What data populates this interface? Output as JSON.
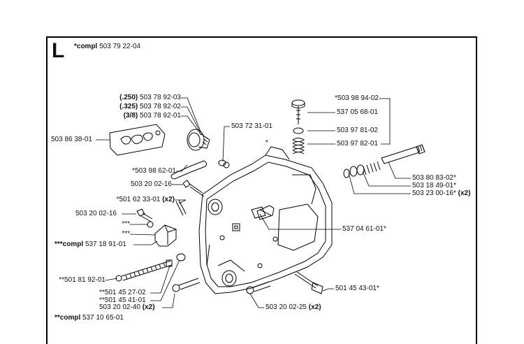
{
  "section": {
    "letter": "L",
    "title_prefix": "*compl",
    "title_number": "503 79 22-04"
  },
  "parts": [
    {
      "id": "bar-plate-250",
      "prefix": "(.250)",
      "number": "503 78 92-03"
    },
    {
      "id": "bar-plate-325",
      "prefix": "(.325)",
      "number": "503 78 92-02"
    },
    {
      "id": "bar-plate-38",
      "prefix": "(3/8)",
      "number": "503 78 92-01"
    },
    {
      "id": "bar-guide-plate",
      "prefix": "",
      "number": "503 86 38-01"
    },
    {
      "id": "sleeve",
      "prefix": "",
      "number": "503 72 31-01"
    },
    {
      "id": "pin",
      "prefix": "*",
      "number": "503 98 62-01"
    },
    {
      "id": "screw-1",
      "prefix": "",
      "number": "503 20 02-16"
    },
    {
      "id": "spring-pin",
      "prefix": "*",
      "number": "501 62 33-01",
      "qty": "(x2)"
    },
    {
      "id": "screw-2",
      "prefix": "",
      "number": "503 20 02-16"
    },
    {
      "id": "triple-star-1",
      "prefix": "***",
      "number": ""
    },
    {
      "id": "triple-star-2",
      "prefix": "***",
      "number": ""
    },
    {
      "id": "tensioner-kit",
      "prefix": "***compl",
      "number": "537 18 91-01"
    },
    {
      "id": "adjust-screw",
      "prefix": "**",
      "number": "501 81 92-01"
    },
    {
      "id": "nut-1",
      "prefix": "**",
      "number": "501 45 27-02"
    },
    {
      "id": "nut-2",
      "prefix": "**",
      "number": "501 45 41-01"
    },
    {
      "id": "screw-3",
      "prefix": "",
      "number": "503 20 02-40",
      "qty": "(x2)"
    },
    {
      "id": "tensioner-compl",
      "prefix": "**compl",
      "number": "537 10 65-01"
    },
    {
      "id": "knob",
      "prefix": "*",
      "number": "503 98 94-02"
    },
    {
      "id": "stem",
      "prefix": "",
      "number": "537 05 68-01"
    },
    {
      "id": "washer",
      "prefix": "",
      "number": "503 97 81-02"
    },
    {
      "id": "spring",
      "prefix": "",
      "number": "503 97 82-01"
    },
    {
      "id": "shaft",
      "prefix": "",
      "number": "503 80 83-02*"
    },
    {
      "id": "collar",
      "prefix": "",
      "number": "503 18 49-01*"
    },
    {
      "id": "ring",
      "prefix": "",
      "number": "503 23 00-16*",
      "qty": "(x2)"
    },
    {
      "id": "lever",
      "prefix": "",
      "number": "537 04 61-01*"
    },
    {
      "id": "hook-pin",
      "prefix": "",
      "number": "501 45 43-01*"
    },
    {
      "id": "screw-4",
      "prefix": "",
      "number": "503 20 02-25",
      "qty": "(x2)"
    }
  ],
  "asterisk_marker": "*",
  "colors": {
    "line": "#000000",
    "background": "#ffffff"
  }
}
